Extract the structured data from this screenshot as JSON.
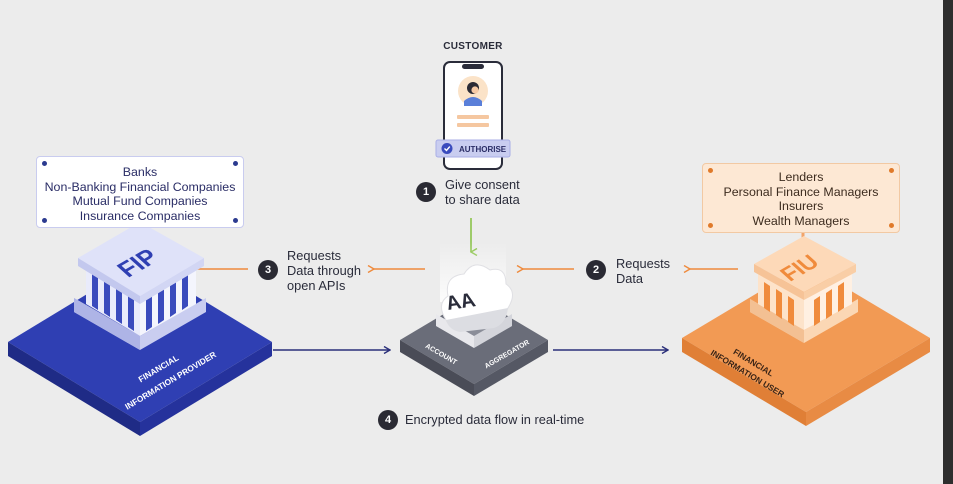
{
  "customer": {
    "label": "CUSTOMER",
    "authorise_label": "AUTHORISE"
  },
  "fip": {
    "badge": "FIP",
    "name_line1": "FINANCIAL",
    "name_line2": "INFORMATION PROVIDER",
    "providers": [
      "Banks",
      "Non-Banking Financial Companies",
      "Mutual Fund Companies",
      "Insurance Companies"
    ]
  },
  "fiu": {
    "badge": "FIU",
    "name_line1": "FINANCIAL",
    "name_line2": "INFORMATION USER",
    "users": [
      "Lenders",
      "Personal Finance Managers",
      "Insurers",
      "Wealth Managers"
    ]
  },
  "aa": {
    "badge": "AA",
    "label_left": "ACCOUNT",
    "label_right": "AGGREGATOR"
  },
  "steps": [
    {
      "num": "1",
      "line1": "Give consent",
      "line2": "to share data",
      "line3": ""
    },
    {
      "num": "2",
      "line1": "Requests",
      "line2": "Data",
      "line3": ""
    },
    {
      "num": "3",
      "line1": "Requests",
      "line2": "Data through",
      "line3": "open APIs"
    },
    {
      "num": "4",
      "line1": "Encrypted data flow in real-time",
      "line2": "",
      "line3": ""
    }
  ],
  "colors": {
    "fip_blue": "#2f3fb3",
    "fiu_orange": "#f0a060",
    "aa_gray": "#5d606c",
    "arrow_orange": "#ef8a3c",
    "arrow_navy": "#2a2f7a",
    "arrow_green": "#8bc34a"
  }
}
